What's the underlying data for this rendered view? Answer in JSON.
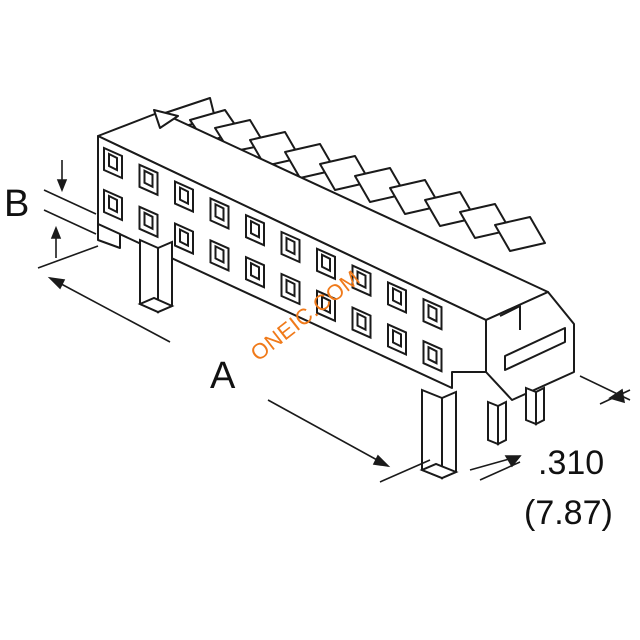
{
  "labels": {
    "b": "B",
    "a": "A",
    "depth_inch": ".310",
    "depth_mm": "(7.87)"
  },
  "watermark": "ONEIC.COM",
  "colors": {
    "line": "#1a1a1a",
    "fill": "#ffffff",
    "watermark": "#f07a1a"
  }
}
